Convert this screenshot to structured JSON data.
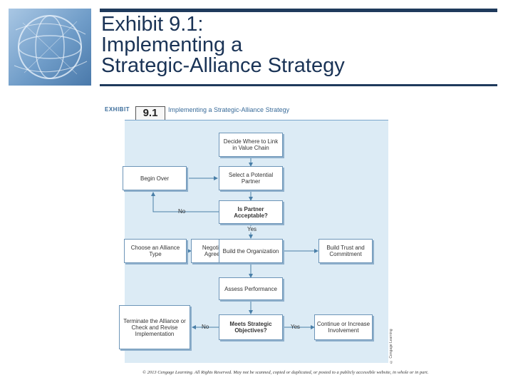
{
  "title_lines": [
    "Exhibit 9.1:",
    "Implementing a",
    "Strategic-Alliance Strategy"
  ],
  "exhibit": {
    "label": "EXHIBIT",
    "number": "9.1",
    "title": "Implementing a Strategic-Alliance Strategy"
  },
  "nodes": {
    "decide": "Decide Where to Link in Value Chain",
    "begin_over": "Begin Over",
    "select_partner": "Select a Potential Partner",
    "partner_acceptable": "Is Partner Acceptable?",
    "choose_type": "Choose an Alliance Type",
    "negotiate": "Negotiate an Agreement",
    "build_org": "Build the Organization",
    "build_trust": "Build Trust and Commitment",
    "assess": "Assess Performance",
    "terminate": "Terminate the Alliance or Check and Revise Implementation",
    "meets_objectives": "Meets Strategic Objectives?",
    "continue": "Continue or Increase Involvement"
  },
  "edge_labels": {
    "no_1": "No",
    "yes_1": "Yes",
    "no_2": "No",
    "yes_2": "Yes"
  },
  "side_copyright": "© Cengage Learning",
  "footer": "© 2013 Cengage Learning. All Rights Reserved. May not be scanned, copied or duplicated, or posted to a publicly accessible website, in whole or in part.",
  "colors": {
    "title": "#1a3356",
    "panel": "#dcebf5",
    "box_border": "#6d95b8",
    "arrow": "#4a7fa8",
    "bar": "#1f3a5c"
  }
}
